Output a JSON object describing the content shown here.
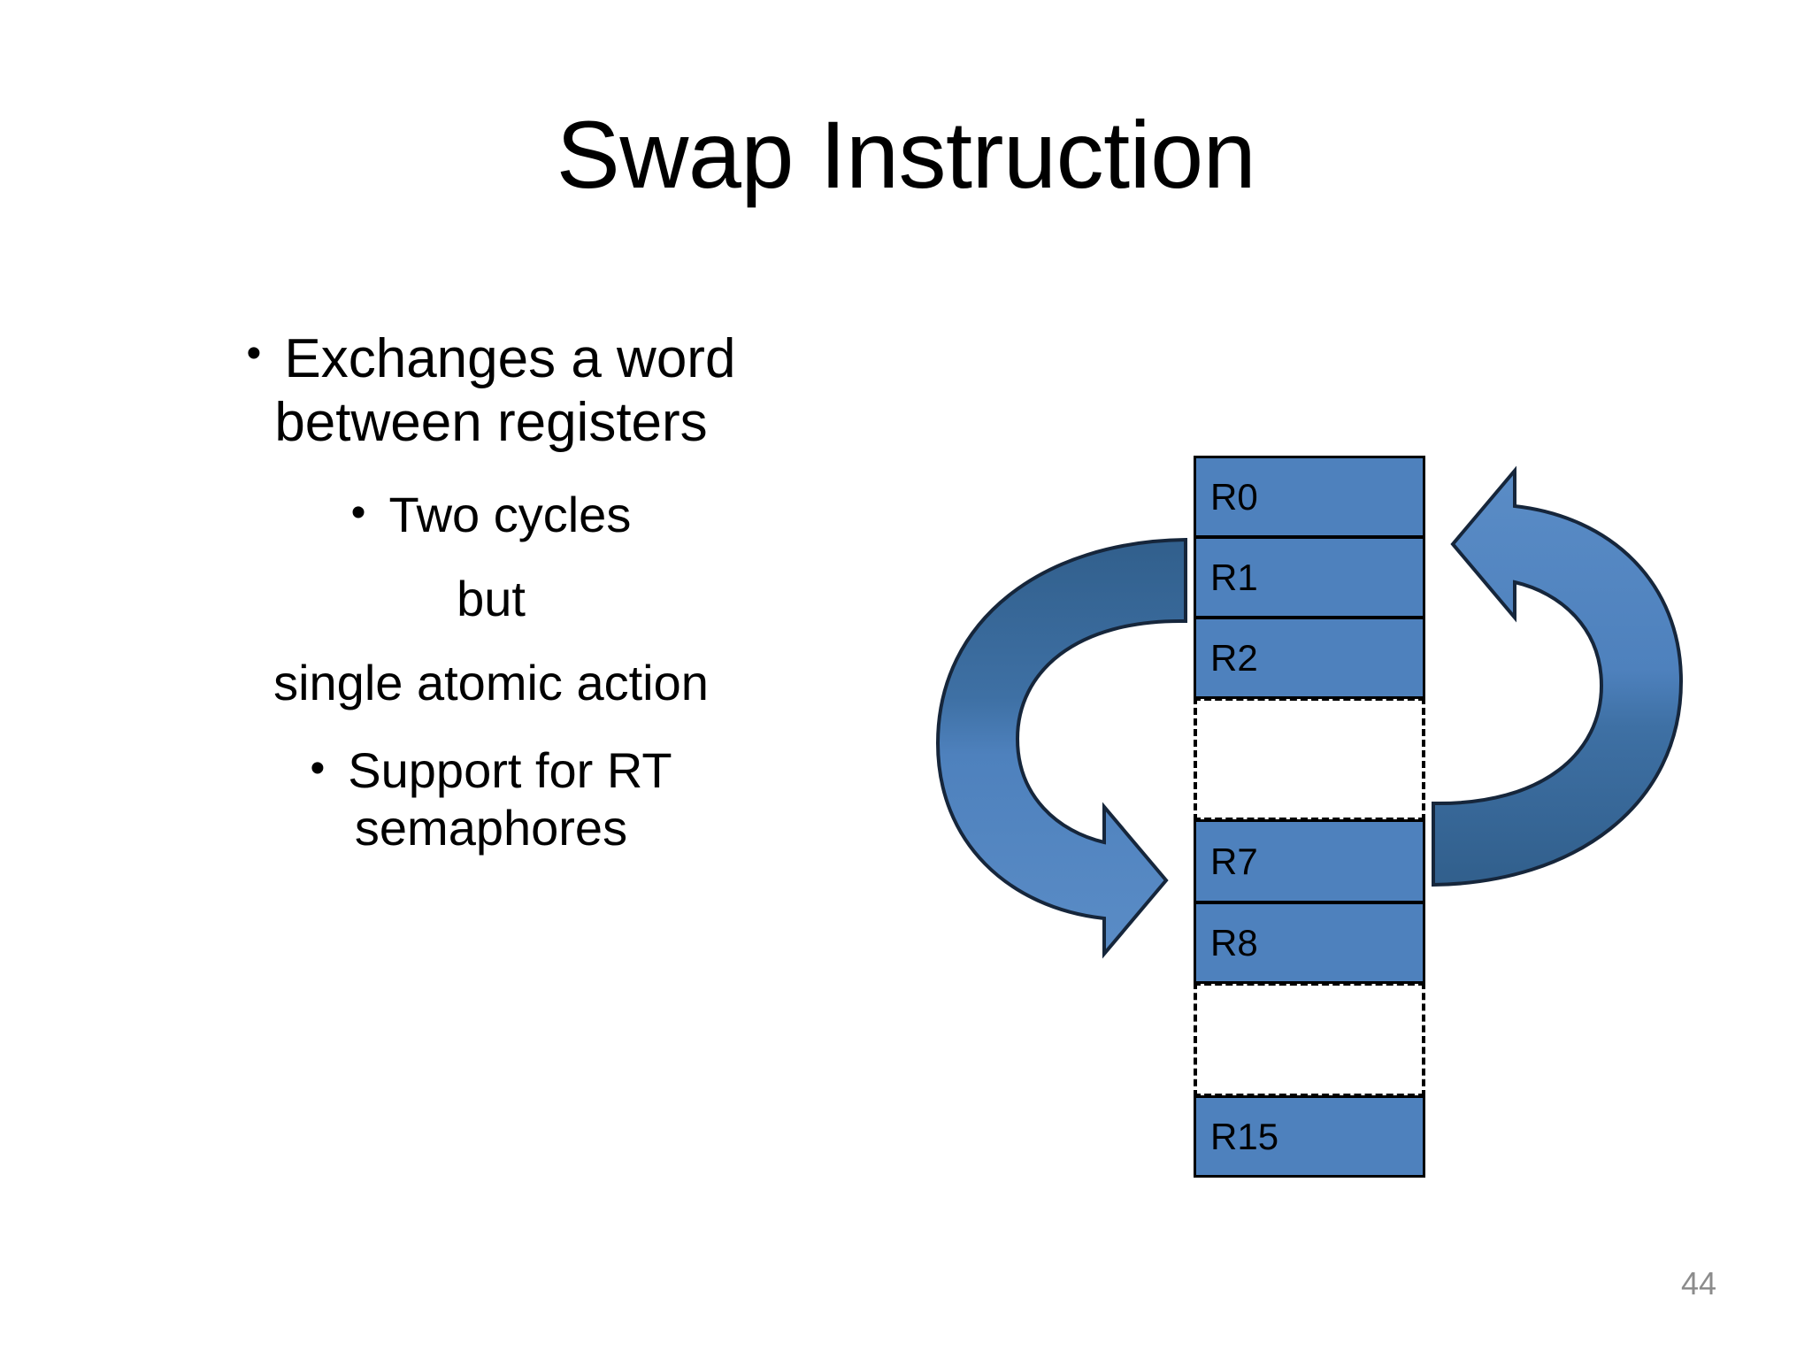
{
  "slide": {
    "title": "Swap Instruction",
    "page_number": "44",
    "background_color": "#FFFFFF",
    "accent_color": "#4E81BD",
    "accent_dark_color": "#36699E",
    "text_color": "#000000",
    "page_number_color": "#8C8C8C"
  },
  "body": {
    "blocks": [
      {
        "id": "exchanges",
        "bullet": "•",
        "has_bullet": true,
        "level": 1,
        "lines": [
          "Exchanges a word",
          "between registers"
        ],
        "text": "Exchanges a word between registers"
      },
      {
        "id": "two-cycles",
        "bullet": "•",
        "has_bullet": true,
        "level": 2,
        "lines": [
          "Two cycles"
        ],
        "text": "Two cycles"
      },
      {
        "id": "but",
        "bullet": "",
        "has_bullet": false,
        "level": 2,
        "lines": [
          "but"
        ],
        "text": "but"
      },
      {
        "id": "single-atomic-action",
        "bullet": "",
        "has_bullet": false,
        "level": 2,
        "lines": [
          "single atomic action"
        ],
        "text": "single atomic action"
      },
      {
        "id": "support-rt-semaphores",
        "bullet": "•",
        "has_bullet": true,
        "level": 2,
        "lines": [
          "Support for RT",
          "semaphores"
        ],
        "text": "Support for RT semaphores"
      }
    ]
  },
  "diagram": {
    "name": "register-file-swap-diagram",
    "register_column": {
      "rows": [
        {
          "label": "R0",
          "type": "register"
        },
        {
          "label": "R1",
          "type": "register"
        },
        {
          "label": "R2",
          "type": "register"
        },
        {
          "label": "",
          "type": "gap"
        },
        {
          "label": "R7",
          "type": "register"
        },
        {
          "label": "R8",
          "type": "register"
        },
        {
          "label": "",
          "type": "gap"
        },
        {
          "label": "R15",
          "type": "register"
        }
      ]
    },
    "arrows": [
      {
        "id": "arrow-left-to-r7",
        "name": "curved-arrow-down-to-r7",
        "direction": "clockwise-down",
        "from_row": "R1",
        "to_row": "R7"
      },
      {
        "id": "arrow-right-to-r1",
        "name": "curved-arrow-up-to-r1",
        "direction": "counterclockwise-up",
        "from_row": "R7",
        "to_row": "R1"
      }
    ]
  }
}
